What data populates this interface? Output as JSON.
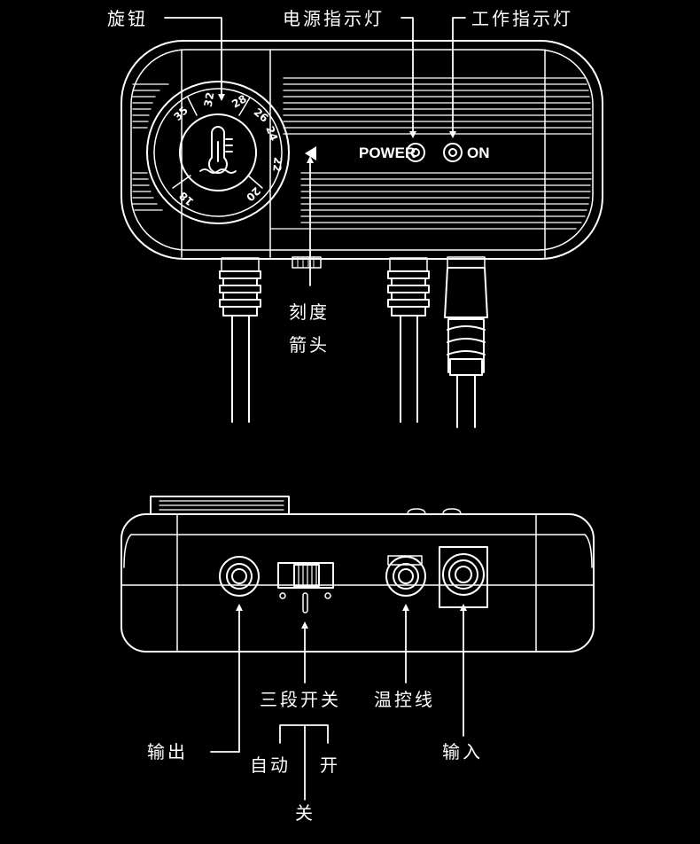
{
  "labels": {
    "knob": "旋钮",
    "power_indicator": "电源指示灯",
    "work_indicator": "工作指示灯",
    "scale_arrow_line1": "刻度",
    "scale_arrow_line2": "箭头",
    "three_stage_switch": "三段开关",
    "temp_control_wire": "温控线",
    "output": "输出",
    "input": "输入",
    "auto": "自动",
    "on": "开",
    "off": "关"
  },
  "device": {
    "power_text": "POWER",
    "on_text": "ON",
    "scale": [
      "35",
      "32",
      "28",
      "26",
      "24",
      "22",
      "20",
      "18"
    ]
  },
  "colors": {
    "background": "#000000",
    "line": "#ffffff"
  }
}
